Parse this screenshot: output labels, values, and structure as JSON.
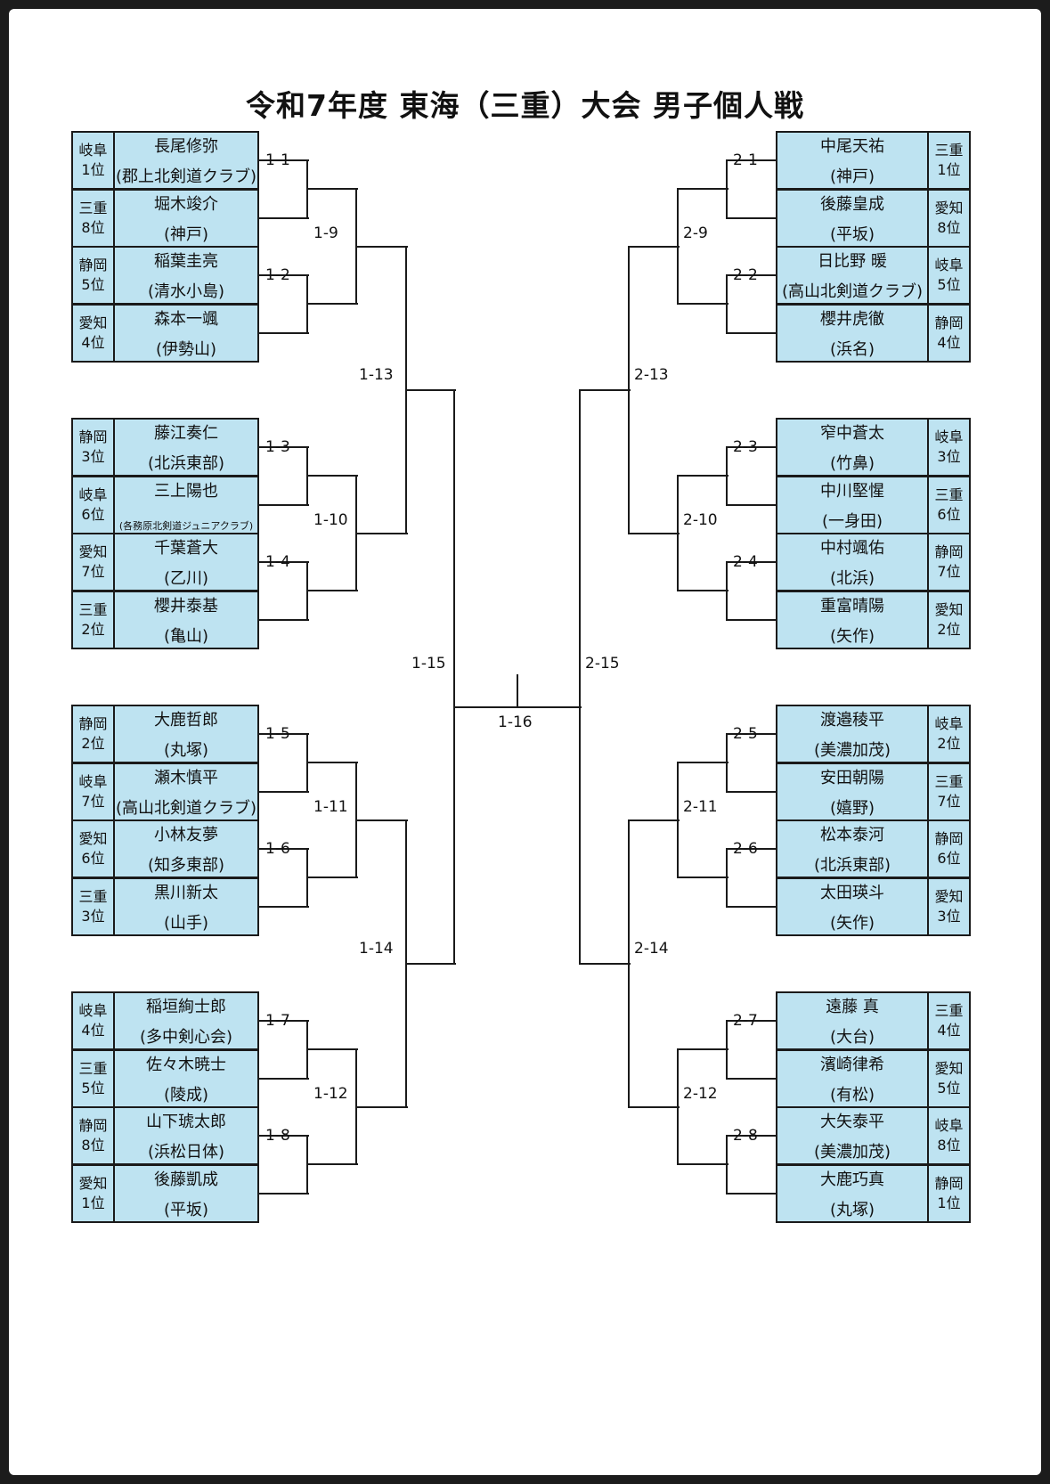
{
  "title": "令和7年度 東海（三重）大会 男子個人戦",
  "colors": {
    "cell": "#bee3f1",
    "line": "#1a1a1a"
  },
  "left": [
    {
      "pref": "岐阜",
      "rank": "1位",
      "name": "長尾修弥",
      "club": "(郡上北剣道クラブ)"
    },
    {
      "pref": "三重",
      "rank": "8位",
      "name": "堀木竣介",
      "club": "(神戸)"
    },
    {
      "pref": "静岡",
      "rank": "5位",
      "name": "稲葉圭亮",
      "club": "(清水小島)"
    },
    {
      "pref": "愛知",
      "rank": "4位",
      "name": "森本一颯",
      "club": "(伊勢山)"
    },
    {
      "pref": "静岡",
      "rank": "3位",
      "name": "藤江奏仁",
      "club": "(北浜東部)"
    },
    {
      "pref": "岐阜",
      "rank": "6位",
      "name": "三上陽也",
      "club": "(各務原北剣道ジュニアクラブ)"
    },
    {
      "pref": "愛知",
      "rank": "7位",
      "name": "千葉蒼大",
      "club": "(乙川)"
    },
    {
      "pref": "三重",
      "rank": "2位",
      "name": "櫻井泰基",
      "club": "(亀山)"
    },
    {
      "pref": "静岡",
      "rank": "2位",
      "name": "大鹿哲郎",
      "club": "(丸塚)"
    },
    {
      "pref": "岐阜",
      "rank": "7位",
      "name": "瀬木慎平",
      "club": "(高山北剣道クラブ)"
    },
    {
      "pref": "愛知",
      "rank": "6位",
      "name": "小林友夢",
      "club": "(知多東部)"
    },
    {
      "pref": "三重",
      "rank": "3位",
      "name": "黒川新太",
      "club": "(山手)"
    },
    {
      "pref": "岐阜",
      "rank": "4位",
      "name": "稲垣絢士郎",
      "club": "(多中剣心会)"
    },
    {
      "pref": "三重",
      "rank": "5位",
      "name": "佐々木暁士",
      "club": "(陵成)"
    },
    {
      "pref": "静岡",
      "rank": "8位",
      "name": "山下琥太郎",
      "club": "(浜松日体)"
    },
    {
      "pref": "愛知",
      "rank": "1位",
      "name": "後藤凱成",
      "club": "(平坂)"
    }
  ],
  "right": [
    {
      "pref": "三重",
      "rank": "1位",
      "name": "中尾天祐",
      "club": "(神戸)"
    },
    {
      "pref": "愛知",
      "rank": "8位",
      "name": "後藤皇成",
      "club": "(平坂)"
    },
    {
      "pref": "岐阜",
      "rank": "5位",
      "name": "日比野 暖",
      "club": "(高山北剣道クラブ)"
    },
    {
      "pref": "静岡",
      "rank": "4位",
      "name": "櫻井虎徹",
      "club": "(浜名)"
    },
    {
      "pref": "岐阜",
      "rank": "3位",
      "name": "窄中蒼太",
      "club": "(竹鼻)"
    },
    {
      "pref": "三重",
      "rank": "6位",
      "name": "中川堅惺",
      "club": "(一身田)"
    },
    {
      "pref": "静岡",
      "rank": "7位",
      "name": "中村颯佑",
      "club": "(北浜)"
    },
    {
      "pref": "愛知",
      "rank": "2位",
      "name": "重富晴陽",
      "club": "(矢作)"
    },
    {
      "pref": "岐阜",
      "rank": "2位",
      "name": "渡邉稜平",
      "club": "(美濃加茂)"
    },
    {
      "pref": "三重",
      "rank": "7位",
      "name": "安田朝陽",
      "club": "(嬉野)"
    },
    {
      "pref": "静岡",
      "rank": "6位",
      "name": "松本泰河",
      "club": "(北浜東部)"
    },
    {
      "pref": "愛知",
      "rank": "3位",
      "name": "太田瑛斗",
      "club": "(矢作)"
    },
    {
      "pref": "三重",
      "rank": "4位",
      "name": "遠藤 真",
      "club": "(大台)"
    },
    {
      "pref": "愛知",
      "rank": "5位",
      "name": "濱崎律希",
      "club": "(有松)"
    },
    {
      "pref": "岐阜",
      "rank": "8位",
      "name": "大矢泰平",
      "club": "(美濃加茂)"
    },
    {
      "pref": "静岡",
      "rank": "1位",
      "name": "大鹿巧真",
      "club": "(丸塚)"
    }
  ],
  "matches": {
    "left": {
      "r1": [
        "1-1",
        "1-2",
        "1-3",
        "1-4",
        "1-5",
        "1-6",
        "1-7",
        "1-8"
      ],
      "r2": [
        "1-9",
        "1-10",
        "1-11",
        "1-12"
      ],
      "r3": [
        "1-13",
        "1-14"
      ],
      "r4": "1-15"
    },
    "right": {
      "r1": [
        "2-1",
        "2-2",
        "2-3",
        "2-4",
        "2-5",
        "2-6",
        "2-7",
        "2-8"
      ],
      "r2": [
        "2-9",
        "2-10",
        "2-11",
        "2-12"
      ],
      "r3": [
        "2-13",
        "2-14"
      ],
      "r4": "2-15"
    },
    "final": "1-16"
  }
}
